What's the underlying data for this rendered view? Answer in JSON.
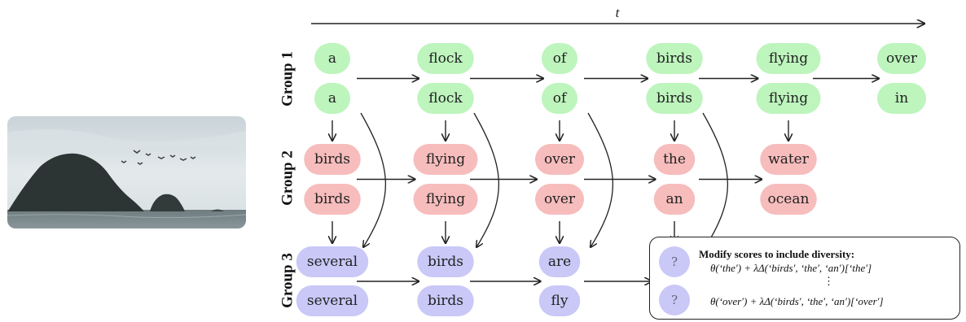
{
  "time_label": "t",
  "groups": [
    {
      "label": "Group 1",
      "color": "#bdf5bd",
      "columns": [
        [
          "a",
          "a"
        ],
        [
          "flock",
          "flock"
        ],
        [
          "of",
          "of"
        ],
        [
          "birds",
          "birds"
        ],
        [
          "flying",
          "flying"
        ],
        [
          "over",
          "in"
        ]
      ]
    },
    {
      "label": "Group 2",
      "color": "#f7bcbc",
      "columns": [
        [
          "birds",
          "birds"
        ],
        [
          "flying",
          "flying"
        ],
        [
          "over",
          "over"
        ],
        [
          "the",
          "an"
        ],
        [
          "water",
          "ocean"
        ]
      ]
    },
    {
      "label": "Group 3",
      "color": "#c9c8f7",
      "columns": [
        [
          "several",
          "several"
        ],
        [
          "birds",
          "birds"
        ],
        [
          "are",
          "fly"
        ]
      ]
    }
  ],
  "diversity_box": {
    "title": "Modify scores to include diversity:",
    "formula_1": "θ(‘the′) + λΔ(‘birds′, ‘the′, ‘an′)[‘the′]",
    "dots": "⋮",
    "formula_2": "θ(‘over′) + λΔ(‘birds′, ‘the′, ‘an′)[‘over′]",
    "placeholder_1": "?",
    "placeholder_2": "?"
  },
  "colors": {
    "group1": "#bdf5bd",
    "group2": "#f7bcbc",
    "group3": "#c9c8f7",
    "arrow": "#222222"
  },
  "image_description_icon": "photo-icon"
}
